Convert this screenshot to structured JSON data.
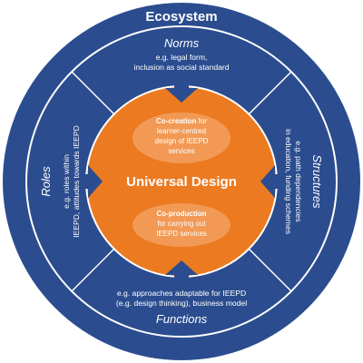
{
  "diagram": {
    "title": "Ecosystem",
    "colors": {
      "outer": "#2b4d8f",
      "outer_dark": "#203c74",
      "inner_ring": "#ffffff",
      "core": "#ec7a21",
      "bubble": "#f29a55",
      "arrow": "#2b4d8f"
    },
    "norms": {
      "label": "Norms",
      "example_1": "e.g. legal form,",
      "example_2": "inclusion as social standard"
    },
    "structures": {
      "label": "Structures",
      "example_1": "e.g. path dependencies",
      "example_2": "in education, funding schemes"
    },
    "roles": {
      "label": "Roles",
      "example_1": "e.g. roles within",
      "example_2": "IEEPD, attitudes towards IEEPD"
    },
    "functions": {
      "label": "Functions",
      "example_1": "e.g. approaches adaptable for IEEPD",
      "example_2": "(e.g. design thinking), business model"
    },
    "core": {
      "title": "Universal Design",
      "co_creation": {
        "strong": "Co-creation",
        "rest_1": " for",
        "line_2": "learner-centred",
        "line_3": "design of IEEPD",
        "line_4": "services"
      },
      "co_production": {
        "strong": "Co-production",
        "line_2": "for carrying out",
        "line_3": "IEEPD services"
      }
    }
  }
}
